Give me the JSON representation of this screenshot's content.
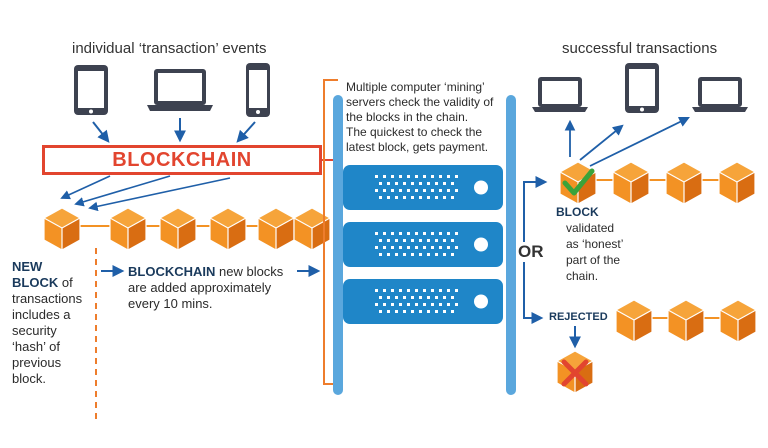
{
  "labels": {
    "events_title": "individual ‘transaction’ events",
    "success_title": "successful transactions",
    "blockchain_banner": "BLOCKCHAIN",
    "miners_text": [
      "Multiple computer ‘mining’",
      "servers check the validity of",
      "the blocks in the chain.",
      "The quickest to check the",
      "latest block, gets payment."
    ],
    "new_block_bold": [
      "NEW",
      "BLOCK"
    ],
    "new_block_text": [
      "of",
      "transactions",
      "includes a",
      "security",
      "‘hash’ of",
      "previous",
      "block."
    ],
    "chain_caption_bold": "BLOCKCHAIN",
    "chain_caption_text": [
      " new blocks",
      "are added approximately",
      "every 10 mins."
    ],
    "or_label": "OR",
    "validated_bold": "BLOCK",
    "validated_text": [
      "validated",
      "as ‘honest’",
      "part of the",
      "chain."
    ],
    "rejected_label": "REJECTED"
  },
  "colors": {
    "device": "#3d4250",
    "block_orange": "#f39224",
    "block_dark": "#d96d12",
    "arrow_blue": "#1f5fa8",
    "bracket_orange": "#ee7d2c",
    "blockchain_red": "#e2452f",
    "server_blue": "#1f86c8",
    "bar_blue": "#5aa7dd",
    "check_green": "#3aa33a",
    "reject_red": "#e2452f"
  },
  "icons": {
    "device_in": [
      "tablet-icon",
      "laptop-icon",
      "phone-icon"
    ],
    "device_out": [
      "laptop-icon",
      "tablet-icon",
      "laptop-icon"
    ],
    "servers": [
      "server-icon",
      "server-icon",
      "server-icon"
    ],
    "validated": "checkmark-icon",
    "rejected": "x-mark-icon"
  }
}
